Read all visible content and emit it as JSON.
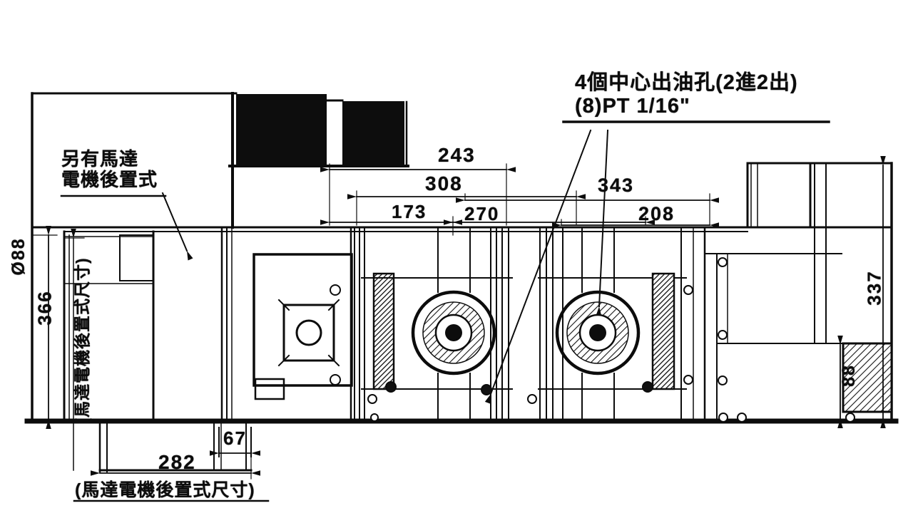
{
  "page": {
    "paper_color": "#ffffff",
    "ink_color": "#000000"
  },
  "notes": {
    "oil_holes_line1": "4個中心出油孔(2進2出)",
    "oil_holes_line2": "(8)PT 1/16\"",
    "alt_motor_line1": "另有馬達",
    "alt_motor_line2": "電機後置式",
    "bottom_note": "(馬達電機後置式尺寸)",
    "left_rotated_note": "(馬達電機後置式尺寸)"
  },
  "dimensions": {
    "top_243": "243",
    "top_308": "308",
    "top_173": "173",
    "top_270": "270",
    "top_343": "343",
    "top_208": "208",
    "bottom_282": "282",
    "bottom_67": "67",
    "left_diameter": "Ø88",
    "left_366": "366",
    "right_337": "337",
    "right_88": "88"
  }
}
